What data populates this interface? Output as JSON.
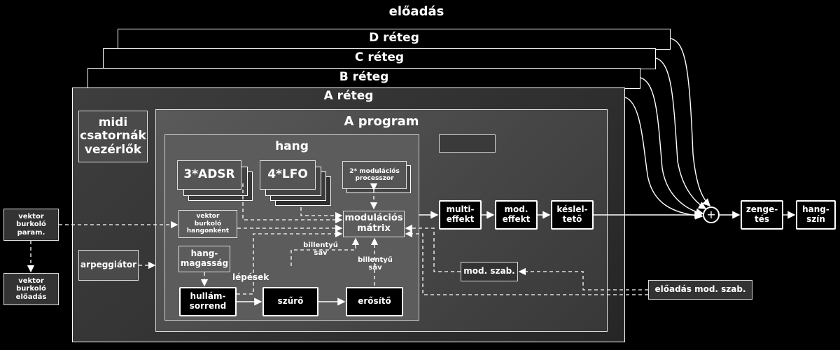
{
  "colors": {
    "background": "#000000",
    "layer_fill": "#3a3a3a",
    "program_fill": "#4a4a4a",
    "voice_fill": "#5a5a5a",
    "box_fill": "#555555",
    "line": "#ffffff"
  },
  "title": "előadás",
  "layers": {
    "d": "D réteg",
    "c": "C réteg",
    "b": "B réteg",
    "a": "A réteg"
  },
  "midi": "midi\ncsatornák\nvezérlők",
  "program": {
    "title": "A program"
  },
  "voice": {
    "title": "hang"
  },
  "blocks": {
    "adsr": "3*ADSR",
    "lfo": "4*LFO",
    "modproc": "2* modulációs\nprocesszor",
    "vector_voice": "vektor\nburkoló\nhangonként",
    "modmatrix": "modulációs\nmátrix",
    "pitch": "hang-\nmagasság",
    "wave": "hullám-\nsorrend",
    "filter": "szűrő",
    "amp": "erősítő",
    "multifx": "multi-\neffekt",
    "modfx": "mod.\neffekt",
    "delay": "késlel-\ntető",
    "reverb": "zenge-\ntés",
    "timbre": "hang-\nszín",
    "arp": "arpeggiátor",
    "vector_params": "vektor\nburkoló\nparam.",
    "vector_perf": "vektor\nburkoló\nelőadás",
    "modctl": "mod. szab.",
    "perf_modctl": "előadás mod. szab.",
    "mixer": "+"
  },
  "labels": {
    "steps": "lépések",
    "key1": "billentyű\nsáv",
    "key2": "billentyű\nsáv"
  }
}
